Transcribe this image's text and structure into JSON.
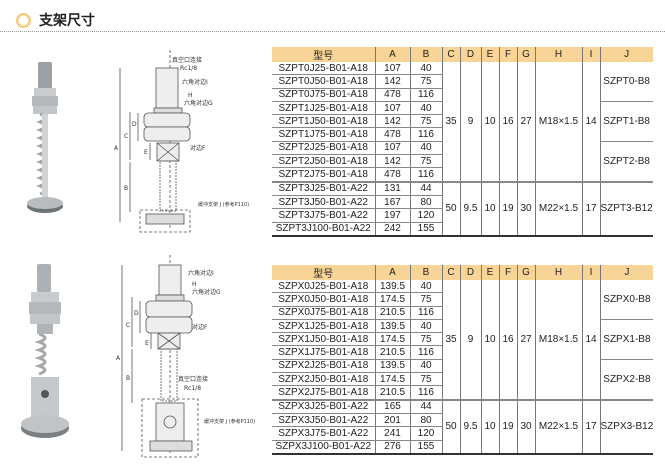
{
  "section": {
    "title": "支架尺寸"
  },
  "tables": [
    {
      "headers": [
        "型号",
        "A",
        "B",
        "C",
        "D",
        "E",
        "F",
        "G",
        "H",
        "I",
        "J"
      ],
      "rows": [
        [
          "SZPT0J25-B01-A18",
          "107",
          "40"
        ],
        [
          "SZPT0J50-B01-A18",
          "142",
          "75"
        ],
        [
          "SZPT0J75-B01-A18",
          "478",
          "116"
        ],
        [
          "SZPT1J25-B01-A18",
          "107",
          "40"
        ],
        [
          "SZPT1J50-B01-A18",
          "142",
          "75"
        ],
        [
          "SZPT1J75-B01-A18",
          "478",
          "116"
        ],
        [
          "SZPT2J25-B01-A18",
          "107",
          "40"
        ],
        [
          "SZPT2J50-B01-A18",
          "142",
          "75"
        ],
        [
          "SZPT2J75-B01-A18",
          "478",
          "116"
        ],
        [
          "SZPT3J25-B01-A22",
          "131",
          "44"
        ],
        [
          "SZPT3J50-B01-A22",
          "167",
          "80"
        ],
        [
          "SZPT3J75-B01-A22",
          "197",
          "120"
        ],
        [
          "SZPT3J100-B01-A22",
          "242",
          "155"
        ]
      ],
      "groups": [
        {
          "C": "35",
          "D": "9",
          "E": "10",
          "F": "16",
          "G": "27",
          "H": "M18×1.5",
          "I": "14",
          "J": [
            "SZPT0-B8",
            "SZPT1-B8",
            "SZPT2-B8"
          ]
        },
        {
          "C": "50",
          "D": "9.5",
          "E": "10",
          "F": "19",
          "G": "30",
          "H": "M22×1.5",
          "I": "17",
          "J": [
            "SZPT3-B12"
          ]
        }
      ]
    },
    {
      "headers": [
        "型号",
        "A",
        "B",
        "C",
        "D",
        "E",
        "F",
        "G",
        "H",
        "I",
        "J"
      ],
      "rows": [
        [
          "SZPX0J25-B01-A18",
          "139.5",
          "40"
        ],
        [
          "SZPX0J50-B01-A18",
          "174.5",
          "75"
        ],
        [
          "SZPX0J75-B01-A18",
          "210.5",
          "116"
        ],
        [
          "SZPX1J25-B01-A18",
          "139.5",
          "40"
        ],
        [
          "SZPX1J50-B01-A18",
          "174.5",
          "75"
        ],
        [
          "SZPX1J75-B01-A18",
          "210.5",
          "116"
        ],
        [
          "SZPX2J25-B01-A18",
          "139.5",
          "40"
        ],
        [
          "SZPX2J50-B01-A18",
          "174.5",
          "75"
        ],
        [
          "SZPX2J75-B01-A18",
          "210.5",
          "116"
        ],
        [
          "SZPX3J25-B01-A22",
          "165",
          "44"
        ],
        [
          "SZPX3J50-B01-A22",
          "201",
          "80"
        ],
        [
          "SZPX3J75-B01-A22",
          "241",
          "120"
        ],
        [
          "SZPX3J100-B01-A22",
          "276",
          "155"
        ]
      ],
      "groups": [
        {
          "C": "35",
          "D": "9",
          "E": "10",
          "F": "16",
          "G": "27",
          "H": "M18×1.5",
          "I": "14",
          "J": [
            "SZPX0-B8",
            "SZPX1-B8",
            "SZPX2-B8"
          ]
        },
        {
          "C": "50",
          "D": "9.5",
          "E": "10",
          "F": "19",
          "G": "30",
          "H": "M22×1.5",
          "I": "17",
          "J": [
            "SZPX3-B12"
          ]
        }
      ]
    }
  ],
  "drawing1": {
    "vacuum_port": "真空口连接",
    "rc": "Rc1/8",
    "hex_i": "六角对边I",
    "h": "H",
    "hex_g": "六角对边G",
    "flat_f": "对边F",
    "bracket": "缓冲支架 J (参考P110)",
    "A": "A",
    "B": "B",
    "C": "C",
    "D": "D",
    "E": "E"
  },
  "drawing2": {
    "vacuum_port": "真空口连接",
    "rc": "Rc1/8",
    "hex_i": "六角对边I",
    "h": "H",
    "hex_g": "六角对边G",
    "flat_f": "对边F",
    "bracket": "缓冲支架 J (参考P110)",
    "A": "A",
    "B": "B",
    "C": "C",
    "D": "D",
    "E": "E"
  }
}
